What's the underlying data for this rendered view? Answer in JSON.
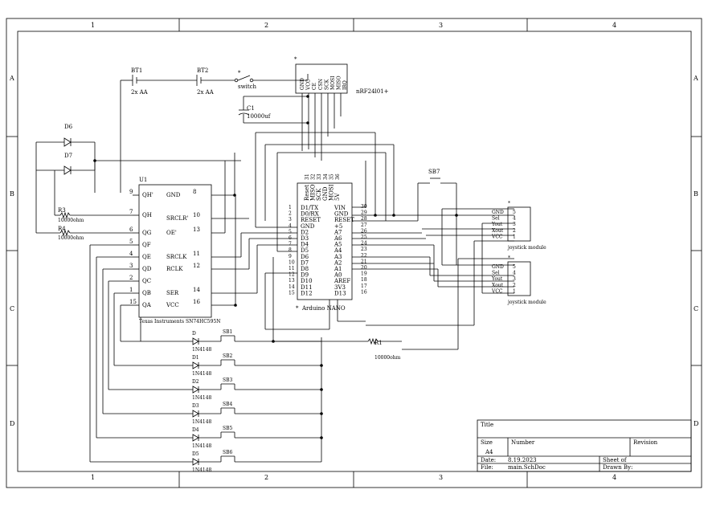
{
  "frame": {
    "cols": [
      "1",
      "2",
      "3",
      "4"
    ],
    "rows": [
      "A",
      "B",
      "C",
      "D"
    ]
  },
  "power": {
    "bt1": "BT1",
    "bt1_value": "2x AA",
    "bt2": "BT2",
    "bt2_value": "2x AA",
    "switch": "switch",
    "c1": "C1",
    "c1_value": "10000uf"
  },
  "nrf": {
    "star": "*",
    "name": "nRF24l01+",
    "pins": [
      "GND",
      "VCC",
      "CE",
      "CSN",
      "SCK",
      "MOSI",
      "MISO",
      "IRQ"
    ]
  },
  "leds": {
    "d6": "D6",
    "d7": "D7",
    "r3": "R3",
    "r3_value": "10000ohm",
    "r4": "R4",
    "r4_value": "10000ohm"
  },
  "shift_register": {
    "ref": "U1",
    "name": "Texas Instruments SN74HC595N",
    "left_pins": [
      {
        "num": "9",
        "name": "QH'"
      },
      {
        "num": "7",
        "name": "QH"
      },
      {
        "num": "6",
        "name": "QG"
      },
      {
        "num": "5",
        "name": "QF"
      },
      {
        "num": "4",
        "name": "QE"
      },
      {
        "num": "3",
        "name": "QD"
      },
      {
        "num": "2",
        "name": "QC"
      },
      {
        "num": "1",
        "name": "QB"
      },
      {
        "num": "15",
        "name": "QA"
      }
    ],
    "right_pins": [
      {
        "num": "8",
        "name": "GND"
      },
      {
        "num": "10",
        "name": "SRCLR'"
      },
      {
        "num": "13",
        "name": "OE'"
      },
      {
        "num": "11",
        "name": "SRCLK"
      },
      {
        "num": "12",
        "name": "RCLK"
      },
      {
        "num": "14",
        "name": "SER"
      },
      {
        "num": "16",
        "name": "VCC"
      }
    ]
  },
  "arduino": {
    "star": "*",
    "name": "Arduino NANO",
    "top_pins": [
      "Reset",
      "MISO",
      "SCK",
      "GND",
      "MOSI",
      "5V"
    ],
    "top_nums": [
      "31",
      "32",
      "33",
      "34",
      "35",
      "36"
    ],
    "left_pins": [
      {
        "num": "1",
        "name": "D1/TX"
      },
      {
        "num": "2",
        "name": "D0/RX"
      },
      {
        "num": "3",
        "name": "RESET"
      },
      {
        "num": "4",
        "name": "GND"
      },
      {
        "num": "5",
        "name": "D2"
      },
      {
        "num": "6",
        "name": "D3"
      },
      {
        "num": "7",
        "name": "D4"
      },
      {
        "num": "8",
        "name": "D5"
      },
      {
        "num": "9",
        "name": "D6"
      },
      {
        "num": "10",
        "name": "D7"
      },
      {
        "num": "11",
        "name": "D8"
      },
      {
        "num": "12",
        "name": "D9"
      },
      {
        "num": "13",
        "name": "D10"
      },
      {
        "num": "14",
        "name": "D11"
      },
      {
        "num": "15",
        "name": "D12"
      }
    ],
    "right_pins": [
      {
        "num": "30",
        "name": "VIN"
      },
      {
        "num": "29",
        "name": "GND"
      },
      {
        "num": "28",
        "name": "RESET"
      },
      {
        "num": "27",
        "name": "+5"
      },
      {
        "num": "26",
        "name": "A7"
      },
      {
        "num": "25",
        "name": "A6"
      },
      {
        "num": "24",
        "name": "A5"
      },
      {
        "num": "23",
        "name": "A4"
      },
      {
        "num": "22",
        "name": "A3"
      },
      {
        "num": "21",
        "name": "A2"
      },
      {
        "num": "20",
        "name": "A1"
      },
      {
        "num": "19",
        "name": "A0"
      },
      {
        "num": "18",
        "name": "AREF"
      },
      {
        "num": "17",
        "name": "3V3"
      },
      {
        "num": "16",
        "name": "D13"
      }
    ]
  },
  "reset": {
    "sb7": "SB7",
    "r1": "R1",
    "r1_value": "10000ohm"
  },
  "joysticks": [
    {
      "star": "*",
      "label": "joystick module",
      "pins": [
        "GND",
        "Sel",
        "Yout",
        "Xout",
        "VCC"
      ],
      "nums": [
        "5",
        "4",
        "3",
        "2",
        "1"
      ]
    },
    {
      "star": "*",
      "label": "joystick module",
      "pins": [
        "GND",
        "Sel",
        "Yout",
        "Xout",
        "VCC"
      ],
      "nums": [
        "5",
        "4",
        "3",
        "2",
        "1"
      ]
    }
  ],
  "buttons": [
    {
      "diode": "D",
      "diode_value": "1N4148",
      "sw": "SB1"
    },
    {
      "diode": "D1",
      "diode_value": "1N4148",
      "sw": "SB2"
    },
    {
      "diode": "D2",
      "diode_value": "1N4148",
      "sw": "SB3"
    },
    {
      "diode": "D3",
      "diode_value": "1N4148",
      "sw": "SB4"
    },
    {
      "diode": "D4",
      "diode_value": "1N4148",
      "sw": "SB5"
    },
    {
      "diode": "D5",
      "diode_value": "1N4148",
      "sw": "SB6"
    }
  ],
  "title_block": {
    "title": "Title",
    "size_label": "Size",
    "size": "A4",
    "number_label": "Number",
    "revision_label": "Revision",
    "date_label": "Date:",
    "date": "8.19.2023",
    "sheet_label": "Sheet   of",
    "file_label": "File:",
    "file": "main.SchDoc",
    "drawn_label": "Drawn By:"
  }
}
